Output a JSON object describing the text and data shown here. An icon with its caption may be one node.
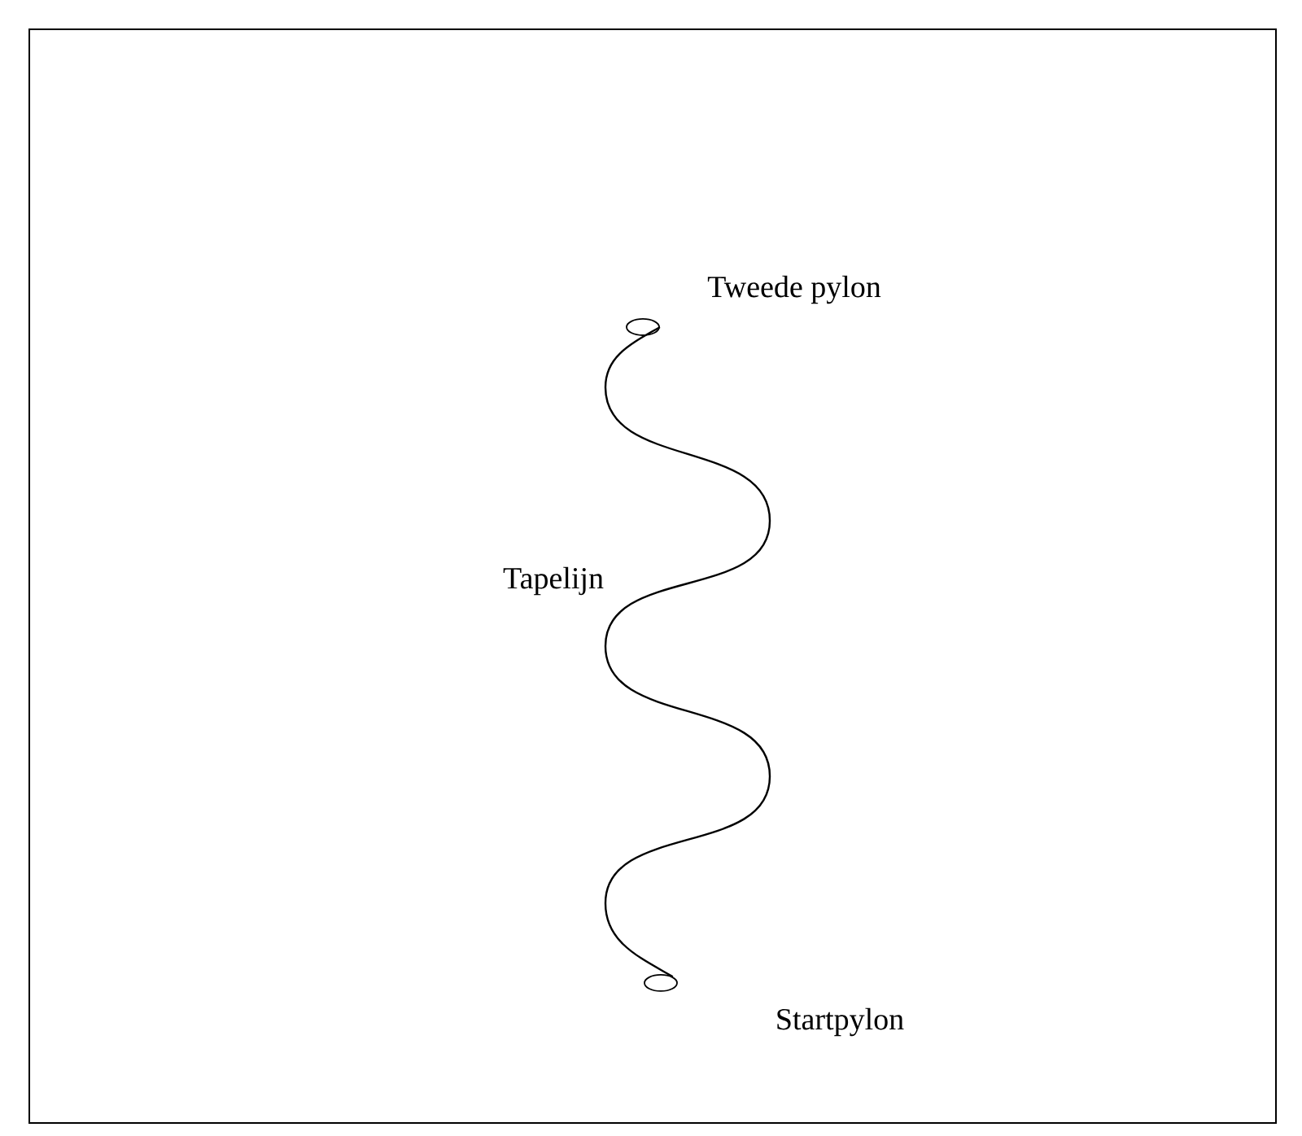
{
  "diagram": {
    "nodes": [
      {
        "text": [],
        "shape": "circle",
        "beside": [
          "Tweede pylon"
        ]
      },
      {
        "text": [],
        "shape": "circle",
        "beside": [
          "Startpylon"
        ]
      }
    ],
    "edges": [
      {
        "from": 1,
        "to": 0,
        "arrow": "none",
        "label": "Tapelijn"
      }
    ]
  }
}
